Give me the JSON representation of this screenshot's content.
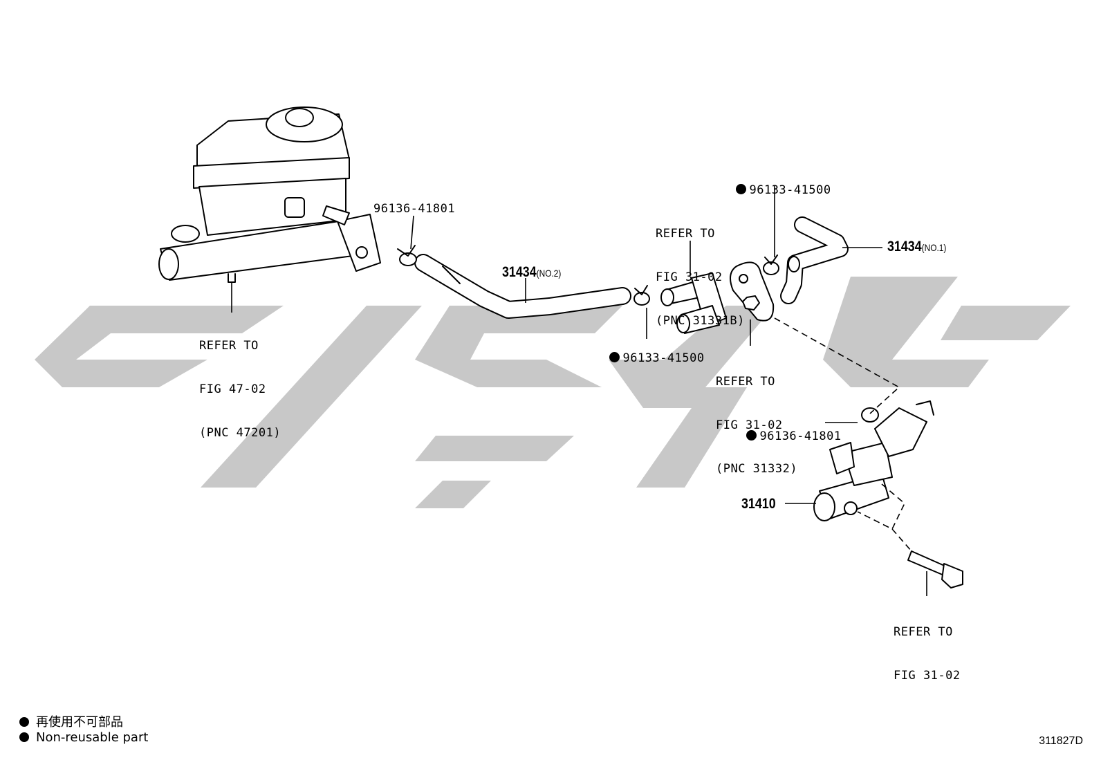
{
  "callouts": {
    "refer_mc": [
      "REFER TO",
      "FIG 47-02",
      "(PNC 47201)"
    ],
    "refer_union": [
      "REFER TO",
      "FIG 31-02",
      "(PNC 31331B)"
    ],
    "refer_gasket": [
      "REFER TO",
      "FIG 31-02",
      "(PNC 31332)"
    ],
    "refer_bolt": [
      "REFER TO",
      "FIG 31-02"
    ],
    "clip_top_left": "96136-41801",
    "clip_top_right": "96133-41500",
    "clip_mid": "96133-41500",
    "clip_lower": "96136-41801",
    "hose_no2": {
      "number": "31434",
      "suffix": "(NO.2)"
    },
    "hose_no1": {
      "number": "31434",
      "suffix": "(NO.1)"
    },
    "cylinder": "31410"
  },
  "legend": {
    "line1": "再使用不可部品",
    "line2": "Non-reusable part"
  },
  "figure_id": "311827D",
  "watermark_color": "#c8c8c8"
}
